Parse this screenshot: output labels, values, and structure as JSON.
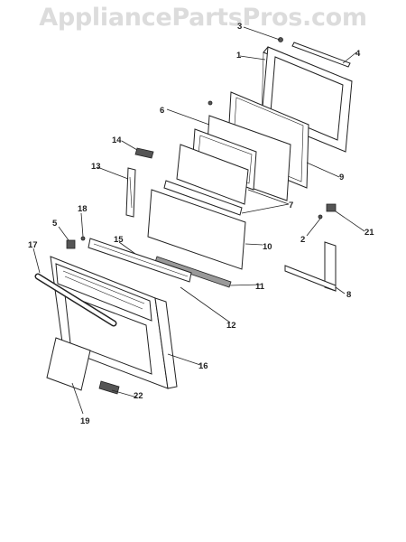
{
  "watermark": "AppliancePartsPros.com",
  "callouts": [
    "1",
    "2",
    "3",
    "4",
    "5",
    "6",
    "7",
    "8",
    "9",
    "10",
    "11",
    "12",
    "13",
    "14",
    "15",
    "16",
    "17",
    "18",
    "19",
    "21",
    "22"
  ]
}
